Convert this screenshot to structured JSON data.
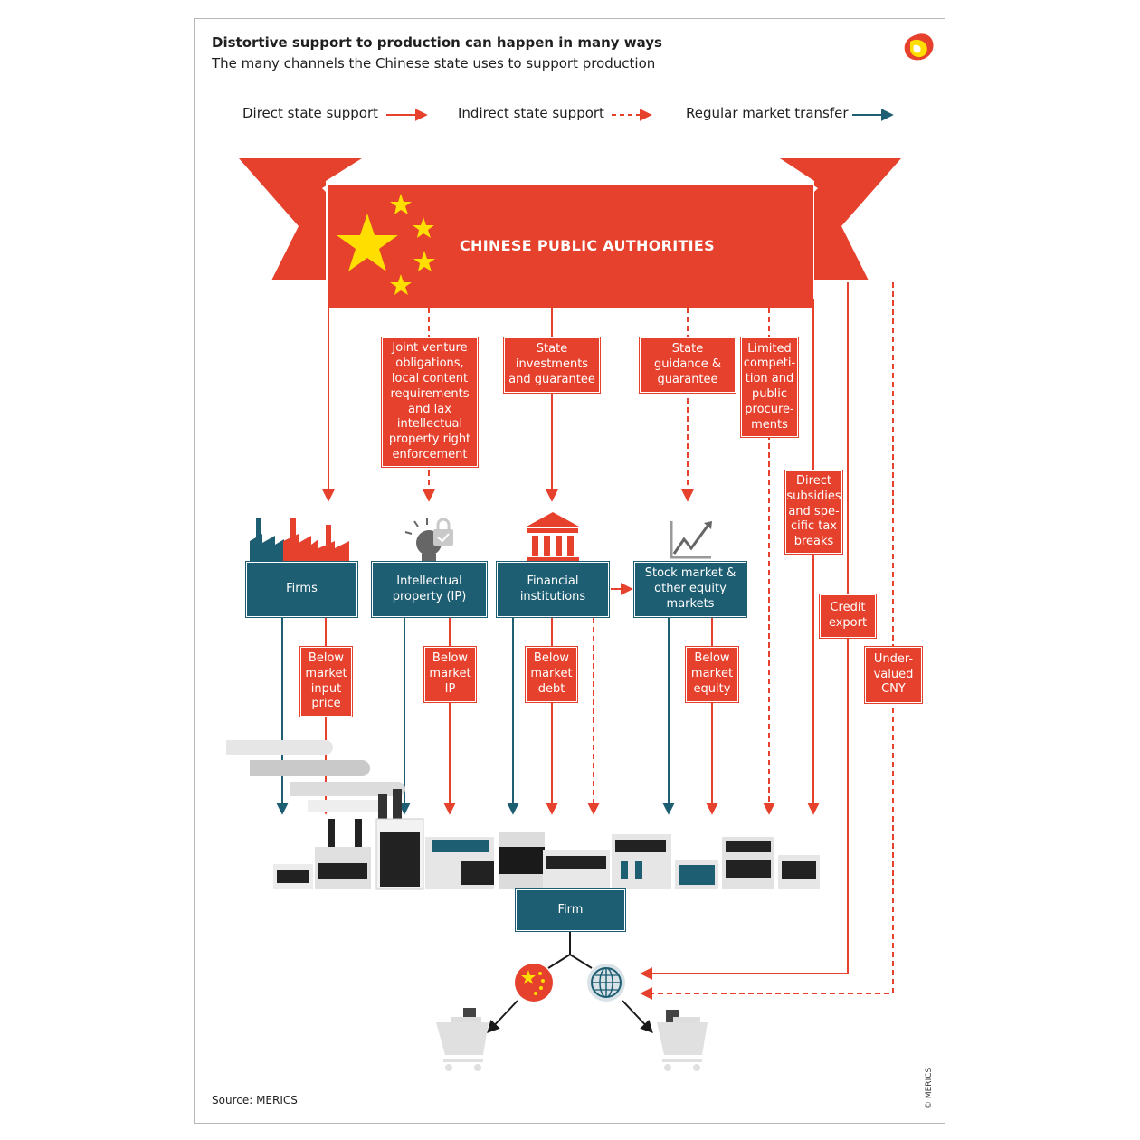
{
  "header": {
    "title": "Distortive support to production can happen in many ways",
    "subtitle": "The many channels the Chinese state uses to support production"
  },
  "legend": {
    "direct": "Direct state support",
    "indirect": "Indirect state support",
    "market": "Regular market transfer"
  },
  "banner": {
    "label": "CHINESE PUBLIC AUTHORITIES"
  },
  "channels": {
    "jv": "Joint venture\nobligations,\nlocal content\nrequirements\nand lax\nintellectual\nproperty right\nenforcement",
    "state_investments": "State\ninvestments\nand guarantee",
    "state_guidance": "State\nguidance &\nguarantee",
    "limited_competition": "Limited\ncompeti-\ntion and\npublic\nprocure-\nments",
    "direct_subsidies": "Direct\nsubsidies\nand spe-\ncific tax\nbreaks",
    "credit_export": "Credit\nexport",
    "undervalued": "Under-\nvalued\nCNY"
  },
  "entities": {
    "firms": "Firms",
    "ip": "Intellectual\nproperty (IP)",
    "financial": "Financial\ninstitutions",
    "stock": "Stock market &\nother equity\nmarkets",
    "firm": "Firm"
  },
  "below": {
    "input_price": "Below\nmarket\ninput\nprice",
    "ip": "Below\nmarket\nIP",
    "debt": "Below\nmarket\ndebt",
    "equity": "Below\nmarket\nequity"
  },
  "colors": {
    "red": "#e5412d",
    "teal": "#1e5e73",
    "yellow": "#ffde00",
    "grey": "#c9c9c9"
  },
  "footer": {
    "source": "Source: MERICS",
    "copyright": "© MERICS"
  }
}
